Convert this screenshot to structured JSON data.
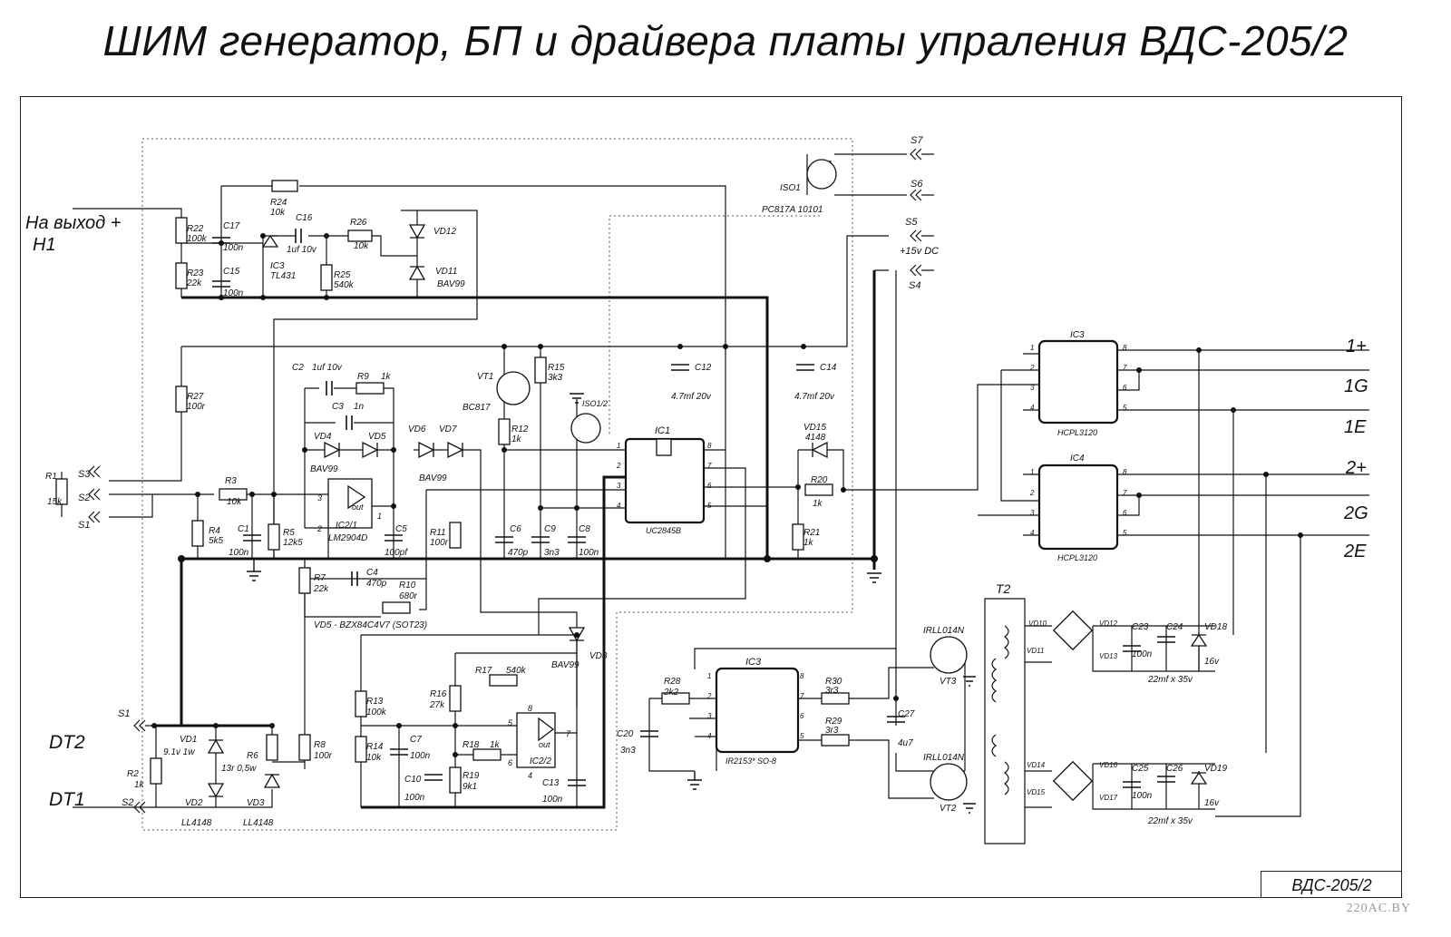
{
  "title": "ШИМ генератор, БП и драйвера платы упраления ВДС-205/2",
  "stamp": "ВДС-205/2",
  "watermark": "220AC.BY",
  "connectors": {
    "output_plus": "На выход +",
    "h1": "H1",
    "s7": "S7",
    "s6": "S6",
    "s5": "S5",
    "s4": "S4",
    "plus15": "+15v DC",
    "s3": "S3",
    "s2": "S2",
    "s1": "S1",
    "dt2": "DT2",
    "dt1": "DT1",
    "s1b": "S1",
    "s2b": "S2"
  },
  "outputs": [
    "1+",
    "1G",
    "1E",
    "2+",
    "2G",
    "2E"
  ],
  "components": {
    "r22": "R22",
    "r22v": "100k",
    "c17": "C17",
    "c17v": "100n",
    "r24": "R24",
    "r24v": "10k",
    "c16": "C16",
    "c16v": "1uf 10v",
    "r26": "R26",
    "r26v": "10k",
    "vd12": "VD12",
    "vd11": "VD11",
    "bav99a": "BAV99",
    "r23": "R23",
    "r23v": "22k",
    "c15": "C15",
    "c15v": "100n",
    "ic3tl": "IC3",
    "tl431": "TL431",
    "r25": "R25",
    "r25v": "540k",
    "iso1": "ISO1",
    "pc817": "PC817A 10101",
    "c2": "C2",
    "c2v": "1uf 10v",
    "r9": "R9",
    "r9v": "1k",
    "c3": "C3",
    "c3v": "1n",
    "vt1": "VT1",
    "bc817": "BC817",
    "r15": "R15",
    "r15v": "3k3",
    "iso12": "ISO1/2",
    "c12": "C12",
    "c12v": "4.7mf 20v",
    "c14": "C14",
    "c14v": "4.7mf 20v",
    "r27": "R27",
    "r27v": "100r",
    "vd4": "VD4",
    "vd5": "VD5",
    "bav99b": "BAV99",
    "vd6": "VD6",
    "vd7": "VD7",
    "bav99c": "BAV99",
    "r12": "R12",
    "r12v": "1k",
    "ic1": "IC1",
    "uc2845": "UC2845B",
    "vd15": "VD15",
    "vd15v": "4148",
    "r20": "R20",
    "r20v": "1k",
    "r21": "R21",
    "r21v": "1k",
    "r1": "R1",
    "r1v": "15k",
    "r3": "R3",
    "r3v": "10k",
    "ic21": "IC2/1",
    "lm2904": "LM2904D",
    "out1": "out",
    "r4": "R4",
    "r4v": "5k5",
    "c1": "C1",
    "c1v": "100n",
    "r5": "R5",
    "r5v": "12k5",
    "c5": "C5",
    "c5v": "100pf",
    "r11": "R11",
    "r11v": "100r",
    "c6": "C6",
    "c6v": "470p",
    "c9": "C9",
    "c9v": "3n3",
    "c8": "C8",
    "c8v": "100n",
    "r7": "R7",
    "r7v": "22k",
    "c4": "C4",
    "c4v": "470p",
    "r10": "R10",
    "r10v": "680r",
    "vd5note": "VD5 - BZX84C4V7 (SOT23)",
    "ic3h": "IC3",
    "hcpl1": "HCPL3120",
    "ic4": "IC4",
    "hcpl2": "HCPL3120",
    "r17": "R17",
    "r17v": "540k",
    "vd8": "VD8",
    "bav99d": "BAV99",
    "r13": "R13",
    "r13v": "100k",
    "r16": "R16",
    "r16v": "27k",
    "r14": "R14",
    "r14v": "10k",
    "c7": "C7",
    "c7v": "100n",
    "r18": "R18",
    "r18v": "1k",
    "ic22": "IC2/2",
    "out2": "out",
    "c10": "C10",
    "c10v": "100n",
    "r19": "R19",
    "r19v": "9k1",
    "c13": "C13",
    "c13v": "100n",
    "vd1": "VD1",
    "vd1v": "9.1v 1w",
    "r6": "R6",
    "r6v": "13r 0,5w",
    "r2": "R2",
    "r2v": "1k",
    "vd2": "VD2",
    "vd3": "VD3",
    "ll1": "LL4148",
    "ll2": "LL4148",
    "r8": "R8",
    "r8v": "100r",
    "ic3ir": "IC3",
    "ir2153": "IR2153* SO-8",
    "r28": "R28",
    "r28v": "2k2",
    "r30": "R30",
    "r30v": "3r3",
    "r29": "R29",
    "r29v": "3r3",
    "c20": "C20",
    "c20v": "3n3",
    "c27": "C27",
    "c27v": "4u7",
    "vt3": "VT3",
    "vt3t": "IRLL014N",
    "vt2": "VT2",
    "vt2t": "IRLL014N",
    "t2": "T2",
    "vd10": "VD10",
    "vd11b": "VD11",
    "vd12b": "VD12",
    "vd13": "VD13",
    "vd14": "VD14",
    "vd15b": "VD15",
    "vd16": "VD16",
    "vd17": "VD17",
    "c23": "C23",
    "c23v": "100n",
    "c24": "C24",
    "vd18": "VD18",
    "vd18v": "16v",
    "c25": "C25",
    "c25v": "100n",
    "c26": "C26",
    "vd19": "VD19",
    "vd19v": "16v",
    "cap22a": "22mf x 35v",
    "cap22b": "22mf x 35v"
  },
  "pins": [
    "1",
    "2",
    "3",
    "4",
    "5",
    "6",
    "7",
    "8"
  ]
}
